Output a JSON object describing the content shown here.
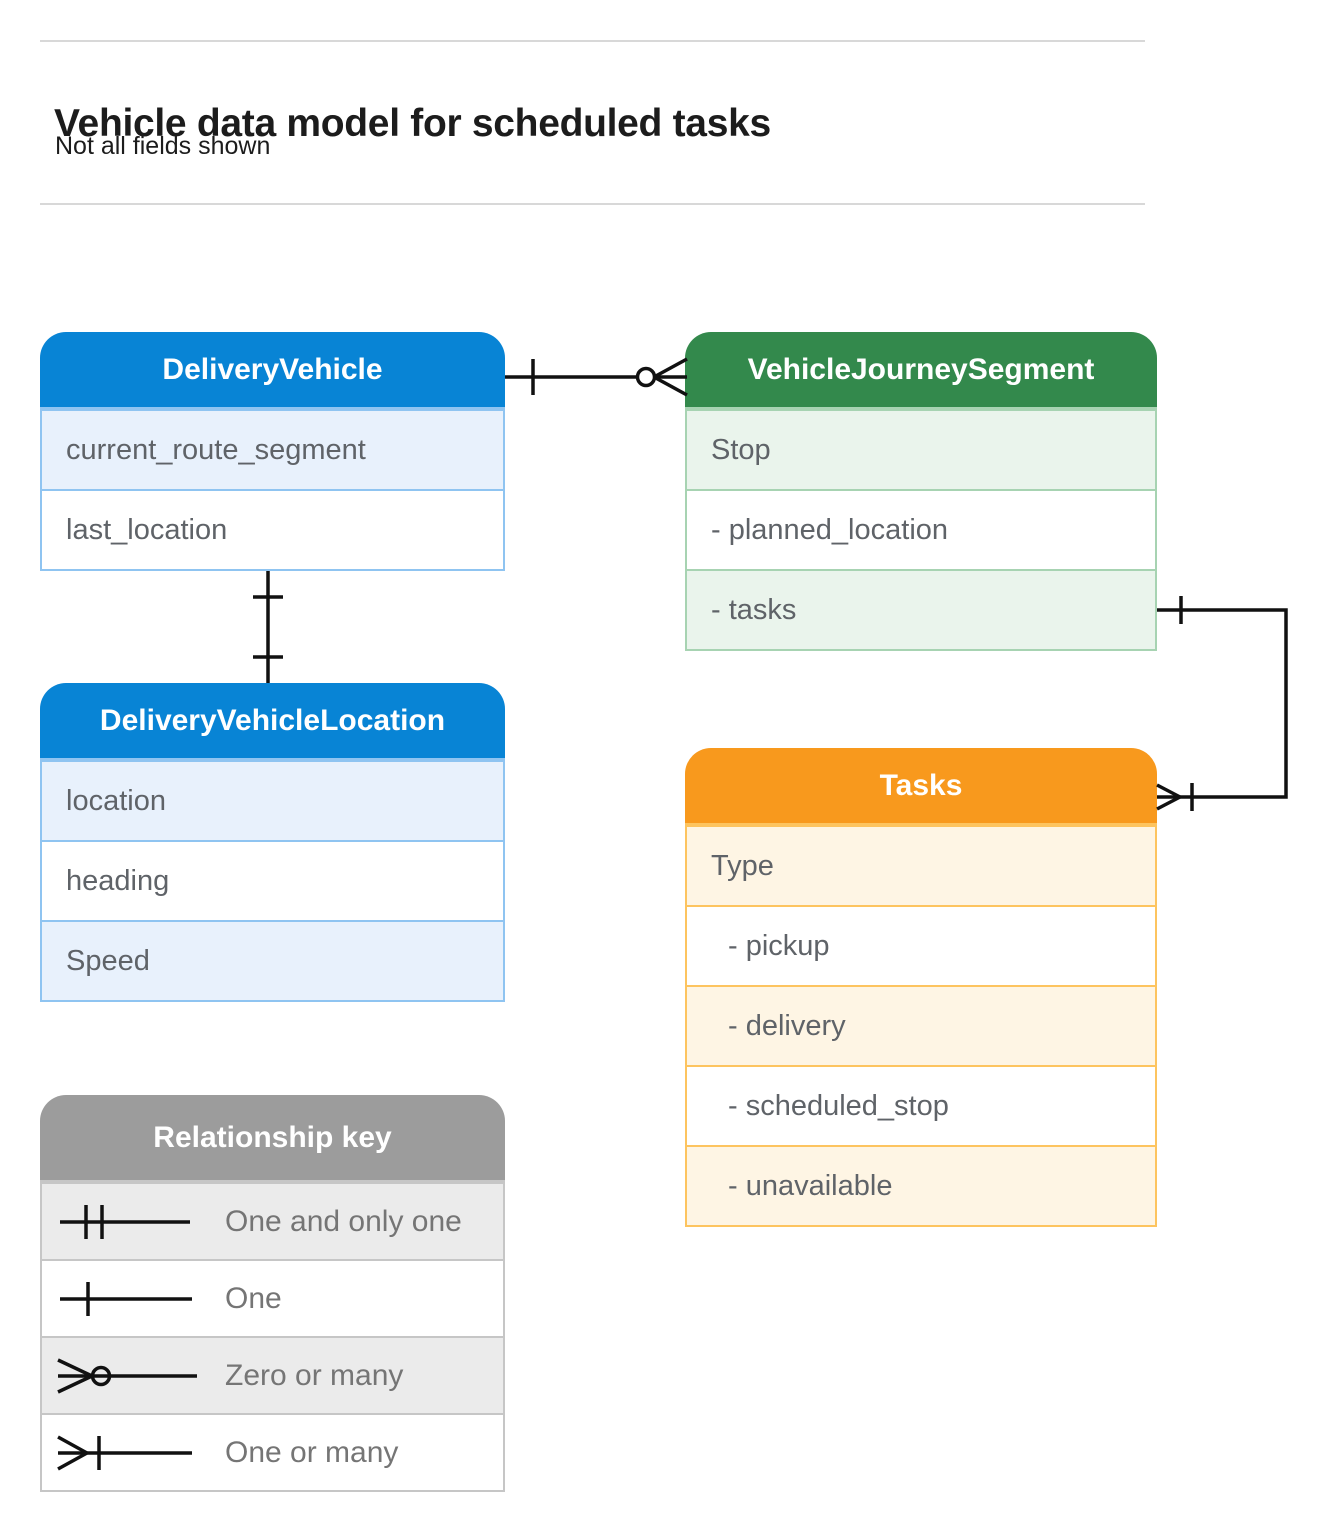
{
  "page": {
    "title": "Vehicle data model for scheduled tasks",
    "subtitle": "Not all fields shown"
  },
  "entities": [
    {
      "name": "DeliveryVehicle",
      "header_color": "#0884D5",
      "fields": [
        "current_route_segment",
        "last_location"
      ]
    },
    {
      "name": "VehicleJourneySegment",
      "header_color": "#33894C",
      "fields": [
        "Stop",
        "- planned_location",
        "- tasks"
      ]
    },
    {
      "name": "DeliveryVehicleLocation",
      "header_color": "#0884D5",
      "fields": [
        "location",
        "heading",
        "Speed"
      ]
    },
    {
      "name": "Tasks",
      "header_color": "#F8991D",
      "fields": [
        "Type",
        "- pickup",
        "- delivery",
        "- scheduled_stop",
        "- unavailable"
      ]
    }
  ],
  "relationships": [
    {
      "from": "VehicleJourneySegment",
      "to": "DeliveryVehicle",
      "from_end": "zero-or-many",
      "to_end": "one"
    },
    {
      "from": "DeliveryVehicle",
      "to": "DeliveryVehicleLocation",
      "from_end": "one",
      "to_end": "one"
    },
    {
      "from": "VehicleJourneySegment.tasks",
      "to": "Tasks",
      "from_end": "one",
      "to_end": "one-or-many"
    }
  ],
  "legend": {
    "title": "Relationship key",
    "items": [
      {
        "symbol": "one-and-only-one",
        "label": "One and only one"
      },
      {
        "symbol": "one",
        "label": "One"
      },
      {
        "symbol": "zero-or-many",
        "label": "Zero or many"
      },
      {
        "symbol": "one-or-many",
        "label": "One or many"
      }
    ]
  },
  "colors": {
    "blue_header": "#0884D5",
    "blue_tint": "#E8F1FC",
    "blue_border": "#8FC4F1",
    "green_header": "#33894C",
    "green_tint": "#EAF4EC",
    "green_border": "#A7D3B2",
    "orange_header": "#F8991D",
    "orange_tint": "#FEF5E4",
    "orange_border": "#FDC45F",
    "gray_header": "#9C9C9C",
    "gray_tint": "#EBEBEB",
    "gray_border": "#C6C6C6",
    "field_text": "#5F6368",
    "legend_text": "#757575",
    "connector": "#111111"
  }
}
